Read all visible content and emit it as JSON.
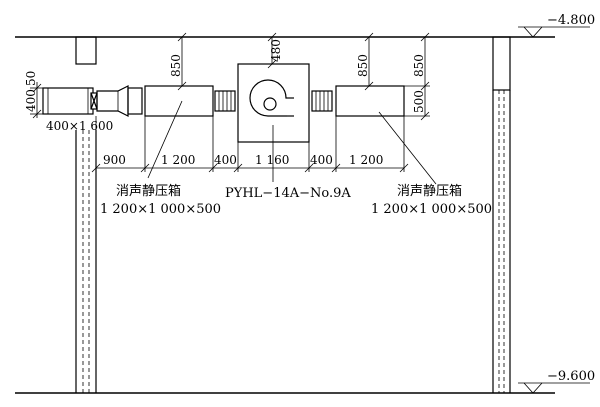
{
  "elevations": {
    "top": "−4.800",
    "bottom": "−9.600"
  },
  "dimensions": {
    "d900": "900",
    "d1200a": "1 200",
    "d400a": "400",
    "d1160": "1 160",
    "d400b": "400",
    "d1200b": "1 200",
    "d850a": "850",
    "d480": "480",
    "d850b": "850",
    "d850c": "850",
    "d500": "500",
    "d400v": "400",
    "d50": "50",
    "duct_size": "400×1 600"
  },
  "labels": {
    "left_box_name": "消声静压箱",
    "left_box_size": "1 200×1 000×500",
    "fan_model": "PYHL−14A−No.9A",
    "right_box_name": "消声静压箱",
    "right_box_size": "1 200×1 000×500"
  }
}
